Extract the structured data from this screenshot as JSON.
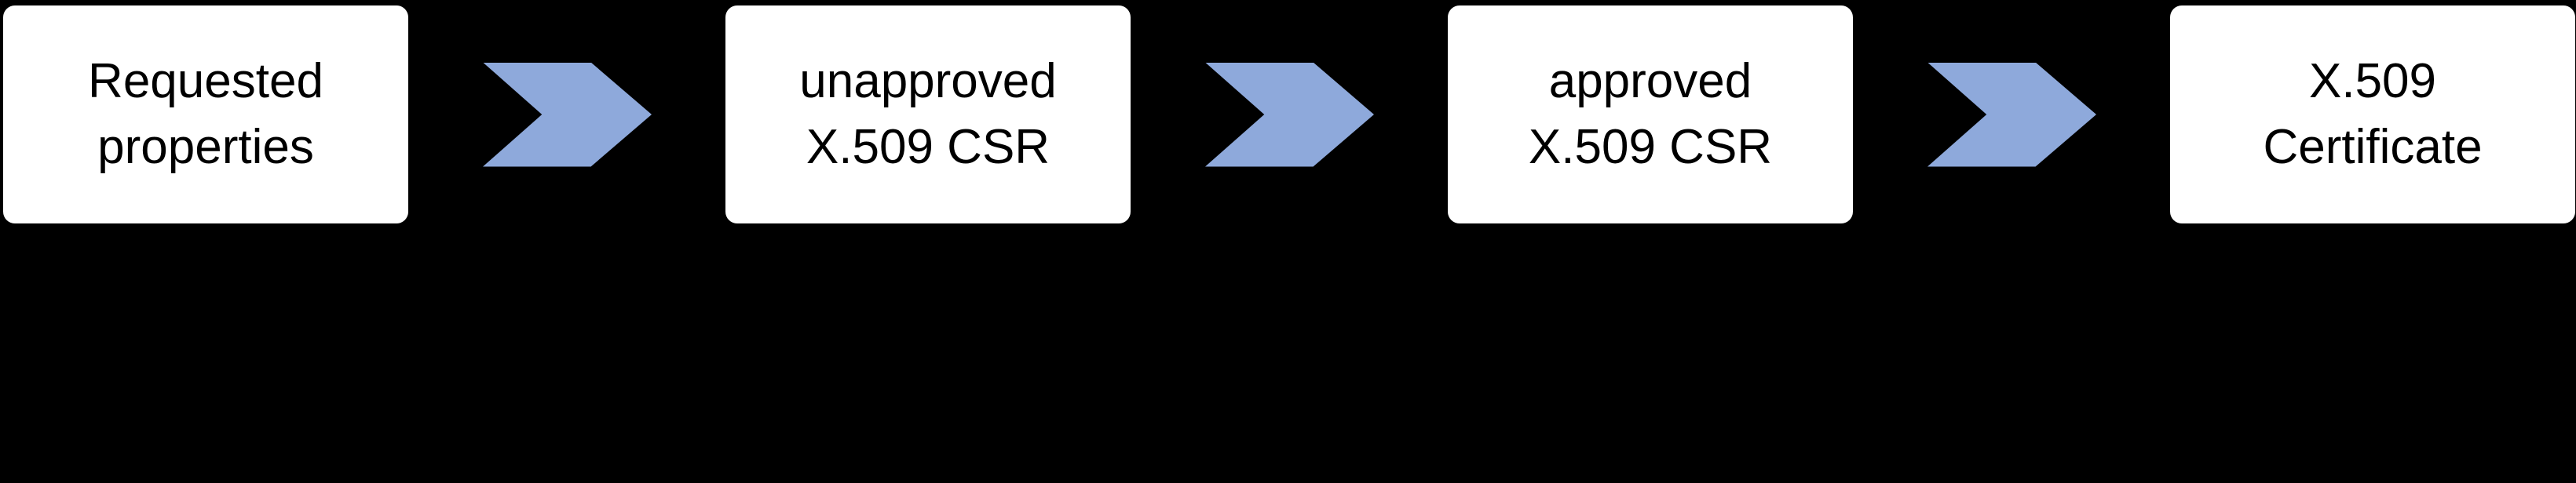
{
  "flow": {
    "steps": [
      {
        "line1": "Requested",
        "line2": "properties"
      },
      {
        "line1": "unapproved",
        "line2": "X.509 CSR"
      },
      {
        "line1": "approved",
        "line2": "X.509 CSR"
      },
      {
        "line1": "X.509",
        "line2": "Certificate"
      }
    ]
  },
  "colors": {
    "background": "#000000",
    "box-fill": "#ffffff",
    "box-text": "#000000",
    "arrow": "#8EA9DB"
  }
}
